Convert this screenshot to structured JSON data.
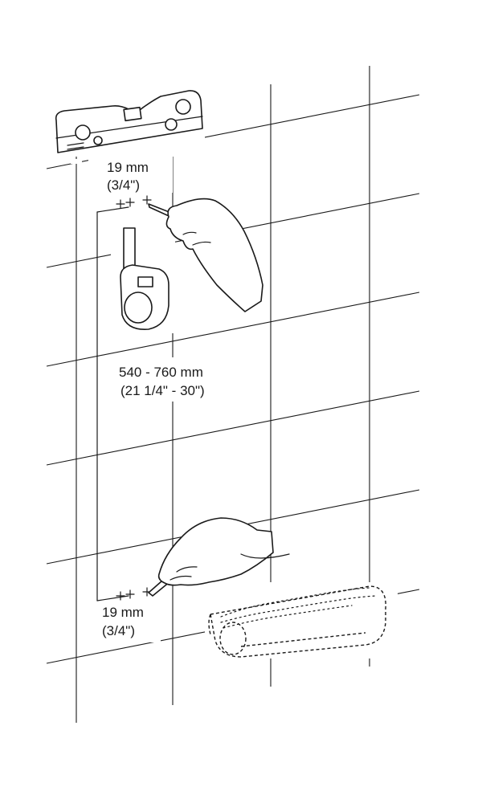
{
  "labels": {
    "top_offset_mm": "19 mm",
    "top_offset_in": "(3/4\")",
    "range_mm": "540 - 760 mm",
    "range_in": "(21 1/4\" - 30\")",
    "bottom_offset_mm": "19 mm",
    "bottom_offset_in": "(3/4\")"
  },
  "icons": {
    "level": "spirit-level-icon",
    "tape": "tape-measure-icon",
    "hand_top": "hand-with-pencil-icon",
    "hand_bottom": "hand-with-pencil-icon",
    "shelf": "shower-shelf-icon"
  },
  "colors": {
    "line": "#1a1a1a",
    "background": "#ffffff"
  }
}
